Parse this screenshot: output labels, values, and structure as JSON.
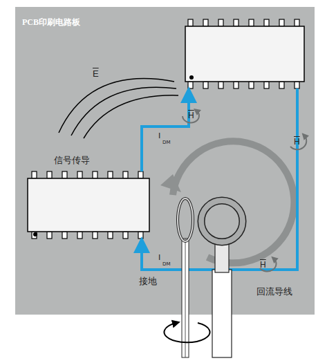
{
  "diagram": {
    "nodes": [
      {
        "text": [
          "PCB印刷电路板"
        ]
      }
    ],
    "labels": [
      "E",
      "信号传导",
      "I",
      "DM",
      "H",
      "H",
      "I",
      "DM",
      "H",
      "接地",
      "回流导线"
    ]
  }
}
